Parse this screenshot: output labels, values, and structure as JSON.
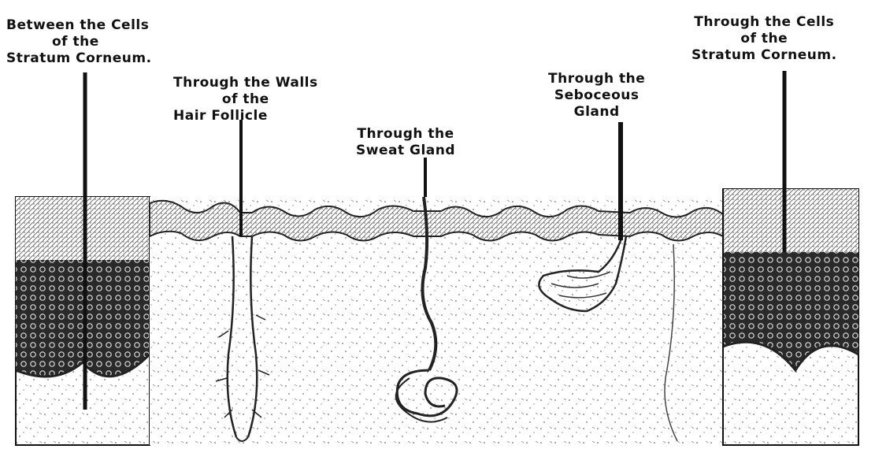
{
  "labels": {
    "between_cells": [
      "Between the Cells",
      "of the",
      "Stratum Corneum."
    ],
    "hair_follicle": [
      "Through the Walls",
      "of the",
      "Hair  Follicle"
    ],
    "sweat_gland": [
      "Through the",
      "Sweat  Gland"
    ],
    "sebaceous_gland": [
      "Through the",
      "Seboceous",
      "Gland"
    ],
    "through_cells": [
      "Through the Cells",
      "of the",
      "Stratum  Corneum."
    ]
  },
  "colors": {
    "ink": "#111111",
    "paper": "#ffffff"
  }
}
